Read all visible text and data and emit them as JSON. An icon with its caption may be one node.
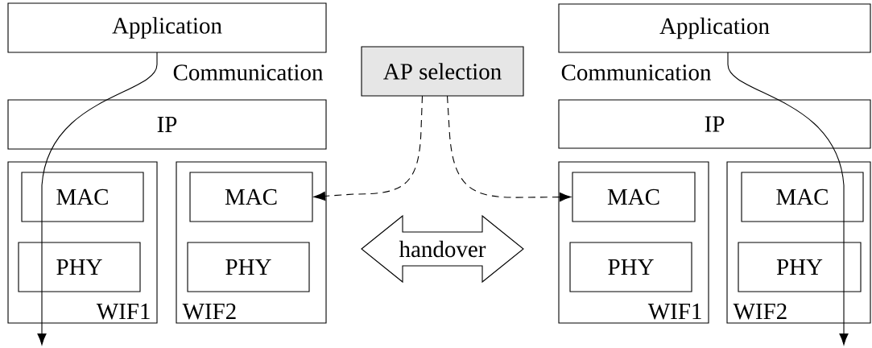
{
  "diagram": {
    "nodes": [
      {
        "text": [
          "Application"
        ]
      },
      {
        "text": [
          "IP"
        ]
      },
      {
        "text": [
          "WIF1"
        ]
      },
      {
        "text": [
          "MAC"
        ],
        "in": 2
      },
      {
        "text": [
          "PHY"
        ],
        "in": 2
      },
      {
        "text": [
          "WIF2"
        ]
      },
      {
        "text": [
          "MAC"
        ],
        "in": 5
      },
      {
        "text": [
          "PHY"
        ],
        "in": 5
      },
      {
        "text": [
          "AP selection"
        ]
      },
      {
        "text": [
          "handover"
        ]
      },
      {
        "text": [
          "Application"
        ]
      },
      {
        "text": [
          "IP"
        ]
      },
      {
        "text": [
          "WIF1"
        ]
      },
      {
        "text": [
          "MAC"
        ],
        "in": 12
      },
      {
        "text": [
          "PHY"
        ],
        "in": 12
      },
      {
        "text": [
          "WIF2"
        ]
      },
      {
        "text": [
          "MAC"
        ],
        "in": 15
      },
      {
        "text": [
          "PHY"
        ],
        "in": 15
      }
    ],
    "edges": [
      {
        "from": 0,
        "to": null,
        "arrow": "to",
        "label": "Communication"
      },
      {
        "from": 10,
        "to": null,
        "arrow": "to",
        "label": "Communication"
      },
      {
        "from": 8,
        "to": 6,
        "arrow": "to",
        "style": "dashed"
      },
      {
        "from": 8,
        "to": 13,
        "arrow": "to",
        "style": "dashed"
      }
    ]
  }
}
